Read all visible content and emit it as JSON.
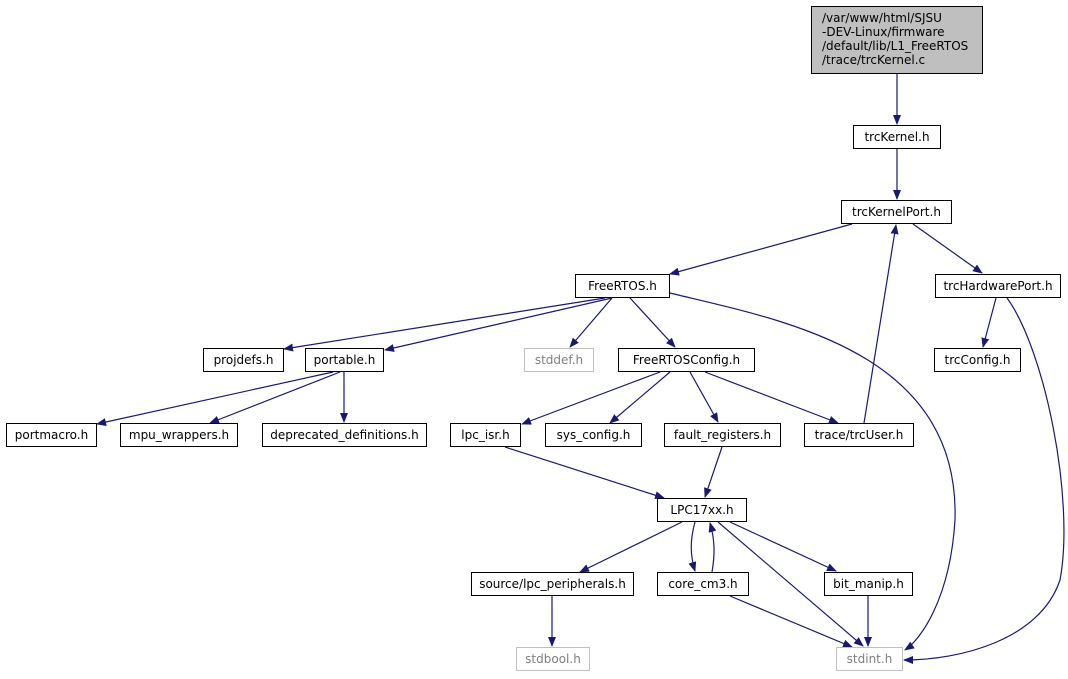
{
  "graph": {
    "root": {
      "lines": [
        "/var/www/html/SJSU",
        "-DEV-Linux/firmware",
        "/default/lib/L1_FreeRTOS",
        "/trace/trcKernel.c"
      ]
    },
    "nodes": [
      {
        "id": "trcKernel_h",
        "label": "trcKernel.h",
        "missing": false
      },
      {
        "id": "trcKernelPort_h",
        "label": "trcKernelPort.h",
        "missing": false
      },
      {
        "id": "FreeRTOS_h",
        "label": "FreeRTOS.h",
        "missing": false
      },
      {
        "id": "trcHardwarePort_h",
        "label": "trcHardwarePort.h",
        "missing": false
      },
      {
        "id": "projdefs_h",
        "label": "projdefs.h",
        "missing": false
      },
      {
        "id": "portable_h",
        "label": "portable.h",
        "missing": false
      },
      {
        "id": "stddef_h",
        "label": "stddef.h",
        "missing": true
      },
      {
        "id": "FreeRTOSConfig_h",
        "label": "FreeRTOSConfig.h",
        "missing": false
      },
      {
        "id": "trcConfig_h",
        "label": "trcConfig.h",
        "missing": false
      },
      {
        "id": "portmacro_h",
        "label": "portmacro.h",
        "missing": false
      },
      {
        "id": "mpu_wrappers_h",
        "label": "mpu_wrappers.h",
        "missing": false
      },
      {
        "id": "deprecated_definitions_h",
        "label": "deprecated_definitions.h",
        "missing": false
      },
      {
        "id": "lpc_isr_h",
        "label": "lpc_isr.h",
        "missing": false
      },
      {
        "id": "sys_config_h",
        "label": "sys_config.h",
        "missing": false
      },
      {
        "id": "fault_registers_h",
        "label": "fault_registers.h",
        "missing": false
      },
      {
        "id": "trace_trcUser_h",
        "label": "trace/trcUser.h",
        "missing": false
      },
      {
        "id": "LPC17xx_h",
        "label": "LPC17xx.h",
        "missing": false
      },
      {
        "id": "source_lpc_peripherals_h",
        "label": "source/lpc_peripherals.h",
        "missing": false
      },
      {
        "id": "core_cm3_h",
        "label": "core_cm3.h",
        "missing": false
      },
      {
        "id": "bit_manip_h",
        "label": "bit_manip.h",
        "missing": false
      },
      {
        "id": "stdbool_h",
        "label": "stdbool.h",
        "missing": true
      },
      {
        "id": "stdint_h",
        "label": "stdint.h",
        "missing": true
      }
    ],
    "edges": [
      {
        "from": "root",
        "to": "trcKernel_h"
      },
      {
        "from": "trcKernel_h",
        "to": "trcKernelPort_h"
      },
      {
        "from": "trcKernelPort_h",
        "to": "FreeRTOS_h"
      },
      {
        "from": "trcKernelPort_h",
        "to": "trcHardwarePort_h"
      },
      {
        "from": "FreeRTOS_h",
        "to": "projdefs_h"
      },
      {
        "from": "FreeRTOS_h",
        "to": "portable_h"
      },
      {
        "from": "FreeRTOS_h",
        "to": "stddef_h"
      },
      {
        "from": "FreeRTOS_h",
        "to": "FreeRTOSConfig_h"
      },
      {
        "from": "FreeRTOS_h",
        "to": "stdint_h"
      },
      {
        "from": "trcHardwarePort_h",
        "to": "trcConfig_h"
      },
      {
        "from": "trcHardwarePort_h",
        "to": "stdint_h"
      },
      {
        "from": "portable_h",
        "to": "portmacro_h"
      },
      {
        "from": "portable_h",
        "to": "mpu_wrappers_h"
      },
      {
        "from": "portable_h",
        "to": "deprecated_definitions_h"
      },
      {
        "from": "FreeRTOSConfig_h",
        "to": "lpc_isr_h"
      },
      {
        "from": "FreeRTOSConfig_h",
        "to": "sys_config_h"
      },
      {
        "from": "FreeRTOSConfig_h",
        "to": "fault_registers_h"
      },
      {
        "from": "FreeRTOSConfig_h",
        "to": "trace_trcUser_h"
      },
      {
        "from": "trace_trcUser_h",
        "to": "trcKernelPort_h"
      },
      {
        "from": "lpc_isr_h",
        "to": "LPC17xx_h"
      },
      {
        "from": "fault_registers_h",
        "to": "LPC17xx_h"
      },
      {
        "from": "LPC17xx_h",
        "to": "source_lpc_peripherals_h"
      },
      {
        "from": "LPC17xx_h",
        "to": "core_cm3_h"
      },
      {
        "from": "core_cm3_h",
        "to": "LPC17xx_h"
      },
      {
        "from": "LPC17xx_h",
        "to": "bit_manip_h"
      },
      {
        "from": "LPC17xx_h",
        "to": "stdint_h"
      },
      {
        "from": "source_lpc_peripherals_h",
        "to": "stdbool_h"
      },
      {
        "from": "core_cm3_h",
        "to": "stdint_h"
      },
      {
        "from": "bit_manip_h",
        "to": "stdint_h"
      }
    ],
    "colors": {
      "edge": "#191970",
      "node_border": "#000000",
      "missing_border": "#bfbfbf",
      "root_fill": "#bfbfbf"
    }
  }
}
